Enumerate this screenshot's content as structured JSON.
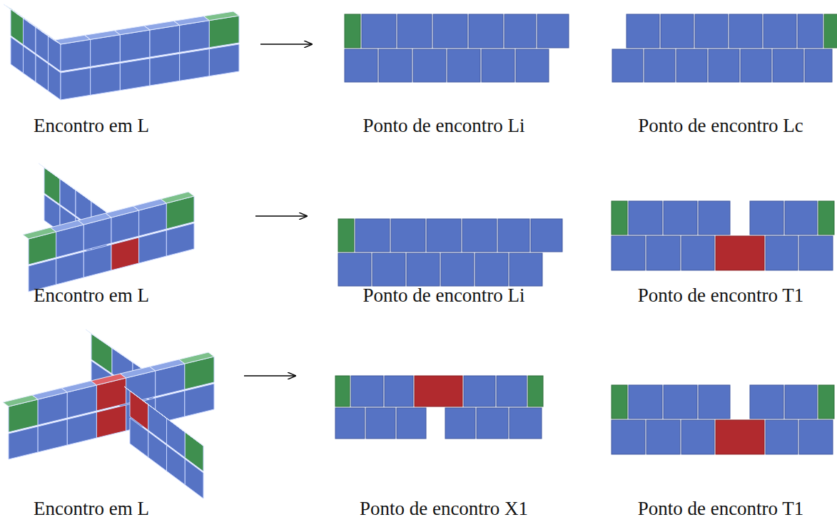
{
  "diagram": {
    "labels": [
      "Encontro em L",
      "Ponto de encontro Li",
      "Ponto de encontro Lc",
      "Encontro em L",
      "Ponto de encontro Li",
      "Ponto de encontro T1",
      "Encontro em L",
      "Ponto de encontro X1",
      "Ponto de encontro T1"
    ]
  }
}
